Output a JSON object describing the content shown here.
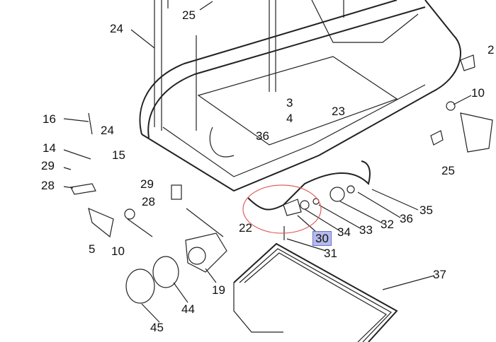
{
  "diagram": {
    "highlight_color": "#b6baea",
    "callout_ellipse_color": "#e06060",
    "callouts": [
      {
        "id": "c25a",
        "label": "25"
      },
      {
        "id": "c24a",
        "label": "24"
      },
      {
        "id": "c2",
        "label": "2"
      },
      {
        "id": "c10a",
        "label": "10"
      },
      {
        "id": "c3",
        "label": "3"
      },
      {
        "id": "c23",
        "label": "23"
      },
      {
        "id": "c4",
        "label": "4"
      },
      {
        "id": "c16",
        "label": "16"
      },
      {
        "id": "c24b",
        "label": "24"
      },
      {
        "id": "c15",
        "label": "15"
      },
      {
        "id": "c36a",
        "label": "36"
      },
      {
        "id": "c14",
        "label": "14"
      },
      {
        "id": "c29a",
        "label": "29"
      },
      {
        "id": "c25b",
        "label": "25"
      },
      {
        "id": "c28a",
        "label": "28"
      },
      {
        "id": "c29b",
        "label": "29"
      },
      {
        "id": "c28b",
        "label": "28"
      },
      {
        "id": "c35",
        "label": "35"
      },
      {
        "id": "c36b",
        "label": "36"
      },
      {
        "id": "c32",
        "label": "32"
      },
      {
        "id": "c33",
        "label": "33"
      },
      {
        "id": "c34",
        "label": "34"
      },
      {
        "id": "c22",
        "label": "22"
      },
      {
        "id": "c30",
        "label": "30",
        "highlighted": true
      },
      {
        "id": "c31",
        "label": "31"
      },
      {
        "id": "c5",
        "label": "5"
      },
      {
        "id": "c10b",
        "label": "10"
      },
      {
        "id": "c37",
        "label": "37"
      },
      {
        "id": "c19",
        "label": "19"
      },
      {
        "id": "c44",
        "label": "44"
      },
      {
        "id": "c45",
        "label": "45"
      }
    ]
  }
}
